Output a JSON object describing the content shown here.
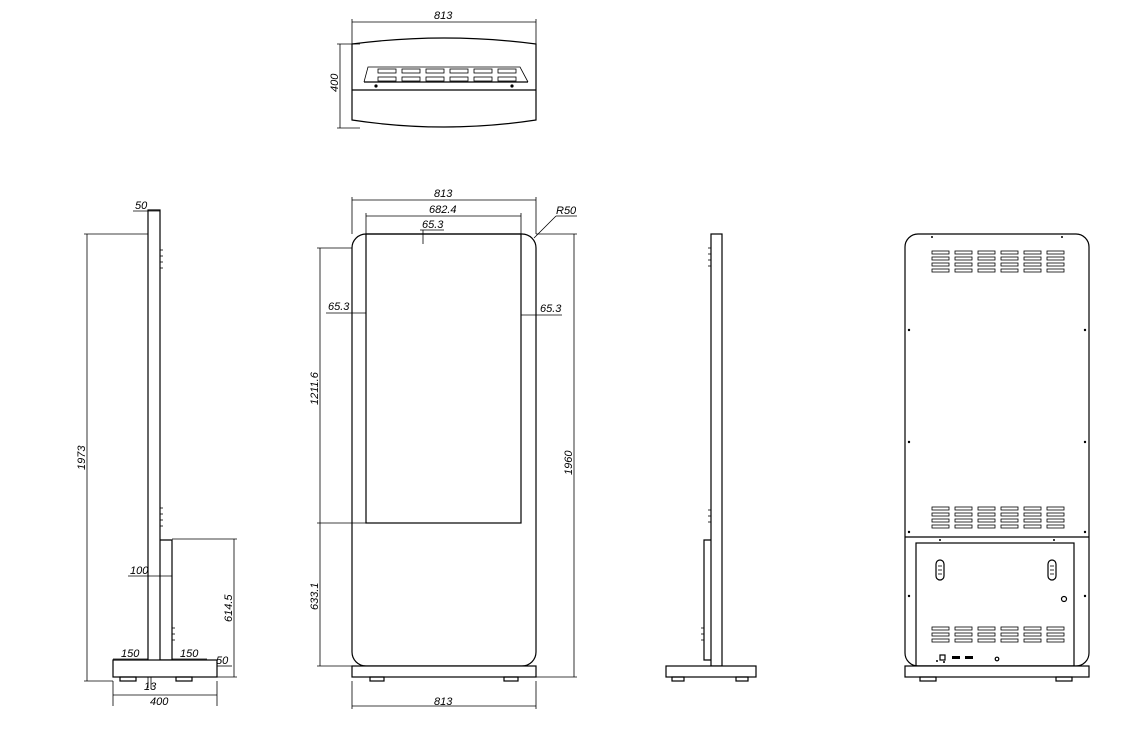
{
  "dimensions": {
    "top_view": {
      "width": "813",
      "depth": "400"
    },
    "side_view": {
      "top_thickness": "50",
      "total_height": "1973",
      "column_depth": "100",
      "lower_height": "614.5",
      "base_left": "150",
      "base_right": "150",
      "base_height": "50",
      "base_gap": "13",
      "base_depth": "400"
    },
    "front_view": {
      "width_top": "813",
      "screen_width": "682.4",
      "top_margin": "65.3",
      "left_margin": "65.3",
      "right_margin": "65.3",
      "corner_radius": "R50",
      "screen_height": "1211.6",
      "lower_height": "633.1",
      "body_height": "1960",
      "width_bottom": "813"
    }
  }
}
